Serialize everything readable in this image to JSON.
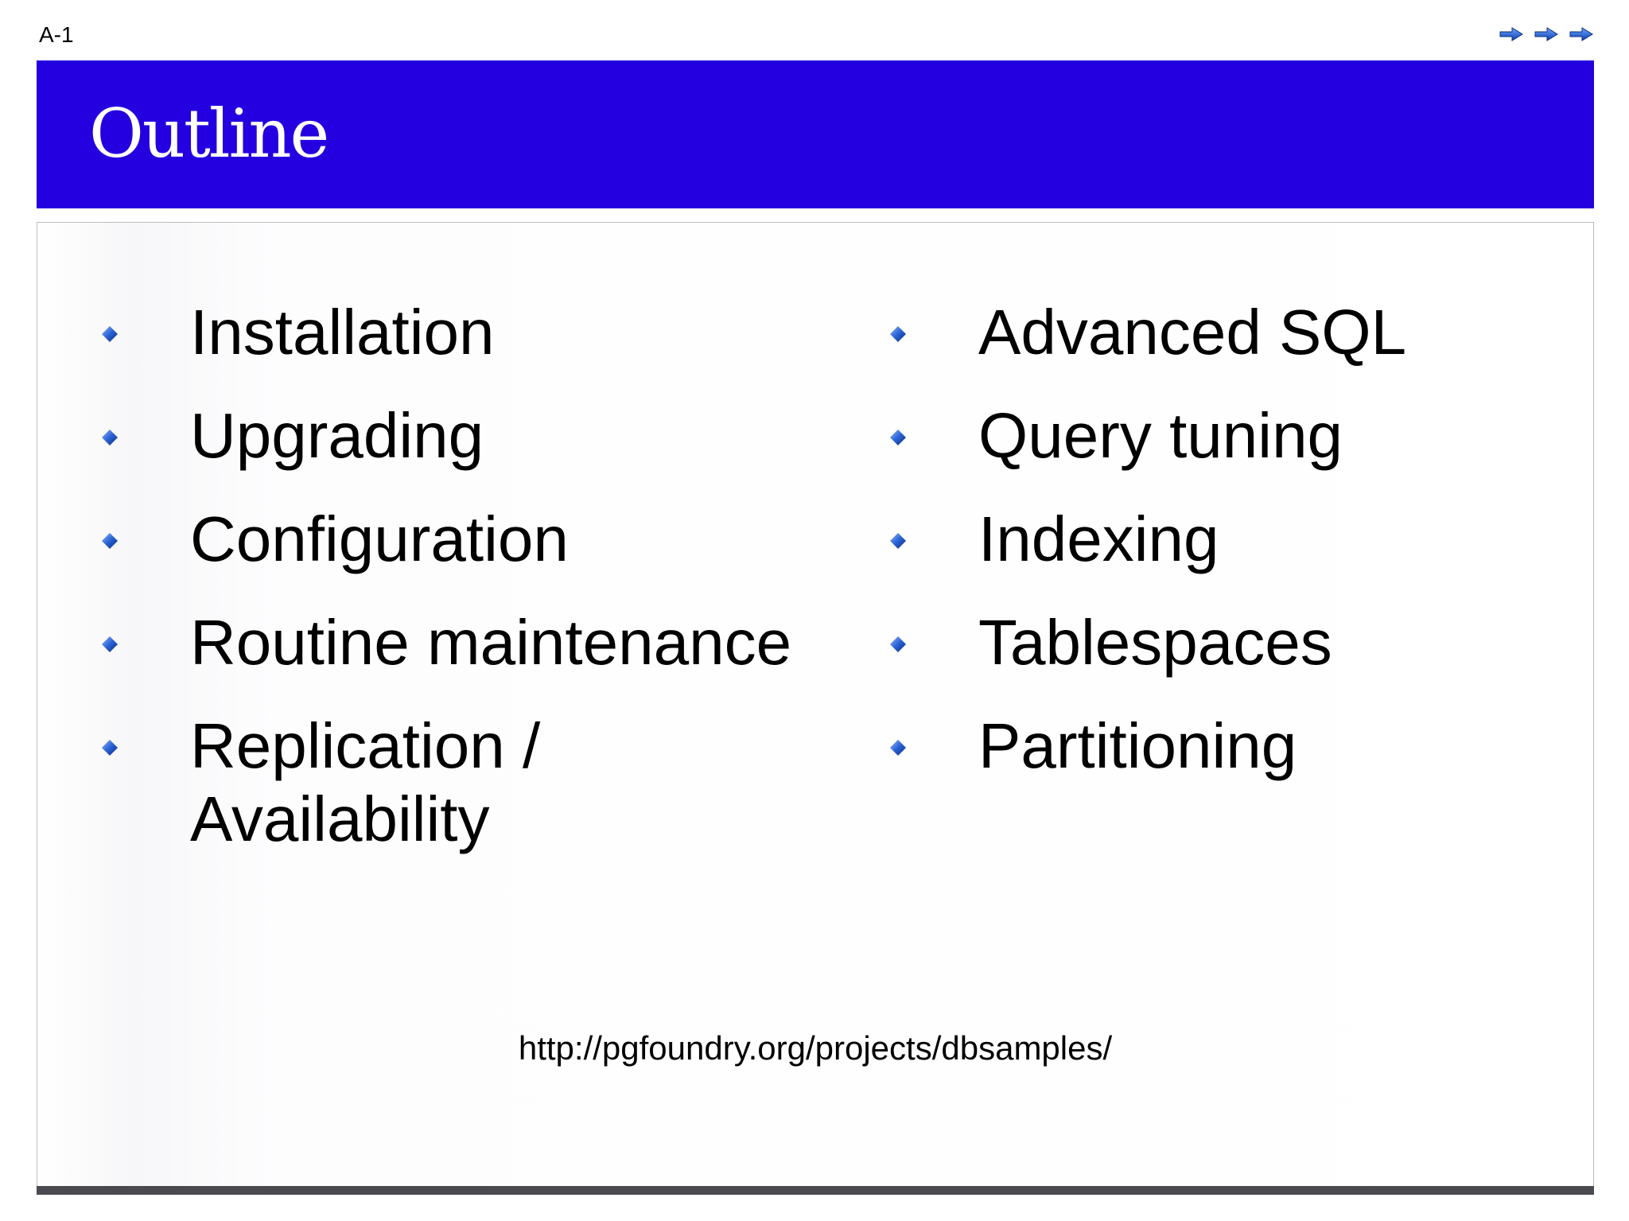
{
  "header": {
    "page_label": "A-1",
    "nav_icons": [
      "arrow-right-icon",
      "arrow-right-icon",
      "arrow-right-icon"
    ]
  },
  "slide": {
    "title": "Outline",
    "left_items": [
      "Installation",
      "Upgrading",
      "Configuration",
      "Routine maintenance",
      "Replication / Availability"
    ],
    "right_items": [
      "Advanced SQL",
      "Query tuning",
      "Indexing",
      "Tablespaces",
      "Partitioning"
    ],
    "url": "http://pgfoundry.org/projects/dbsamples/"
  },
  "colors": {
    "title_bar": "#2400e0",
    "bullet": "#1a4fb8",
    "bottom_rule": "#4a4a50"
  }
}
